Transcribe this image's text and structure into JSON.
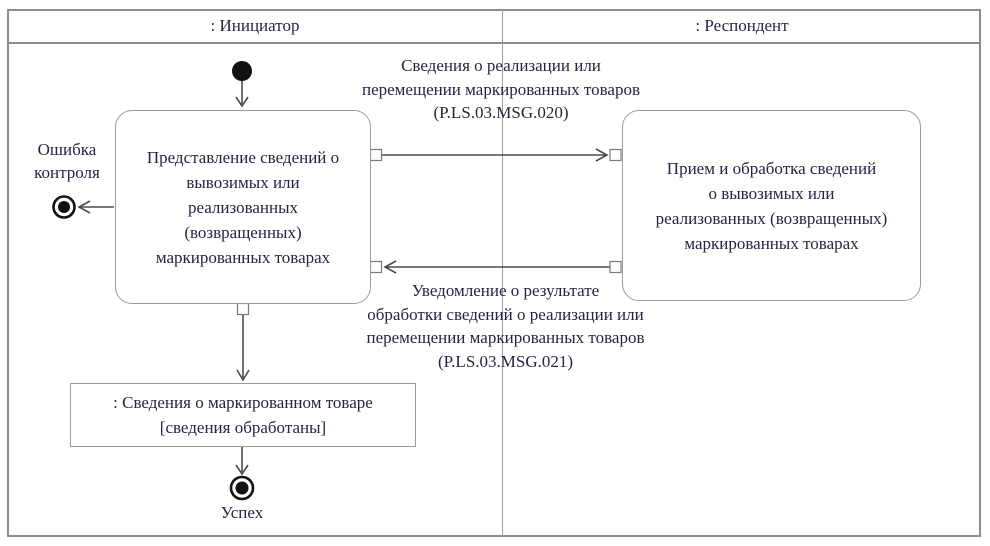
{
  "lanes": [
    {
      "label": ": Инициатор"
    },
    {
      "label": ": Респондент"
    }
  ],
  "activities": {
    "left": {
      "lines": [
        "Представление сведений о",
        "вывозимых или",
        "реализованных",
        "(возвращенных)",
        "маркированных товарах"
      ]
    },
    "right": {
      "lines": [
        "Прием и обработка сведений",
        "о вывозимых или",
        "реализованных (возвращенных)",
        "маркированных товарах"
      ]
    }
  },
  "messages": {
    "forward": {
      "lines": [
        "Сведения о реализации или",
        "перемещении маркированных товаров",
        "(P.LS.03.MSG.020)"
      ]
    },
    "reply": {
      "lines": [
        "Уведомление о результате",
        "обработки сведений о реализации или",
        "перемещении маркированных товаров",
        "(P.LS.03.MSG.021)"
      ]
    }
  },
  "object_node": {
    "lines": [
      ": Сведения о маркированном товаре",
      "[сведения обработаны]"
    ]
  },
  "terminals": {
    "error_label_lines": [
      "Ошибка",
      "контроля"
    ],
    "success_label": "Успех"
  },
  "colors": {
    "border": "#8e8e8e",
    "line": "#4c4c4c",
    "text": "#252542",
    "node": "#111111",
    "background": "#ffffff"
  }
}
